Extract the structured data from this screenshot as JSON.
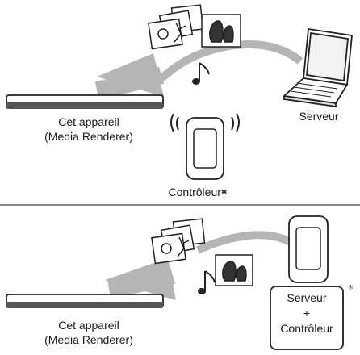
{
  "top": {
    "device_line1": "Cet appareil",
    "device_line2": "(Media Renderer)",
    "server_label": "Serveur",
    "controller_label": "Contrôleur",
    "controller_mark": "✱"
  },
  "bottom": {
    "device_line1": "Cet appareil",
    "device_line2": "(Media Renderer)",
    "box_line1": "Serveur",
    "box_line2": "+",
    "box_line3": "Contrôleur",
    "box_mark": "※"
  }
}
